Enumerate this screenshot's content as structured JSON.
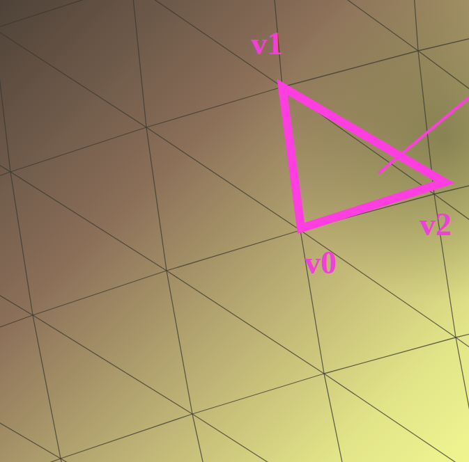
{
  "diagram": {
    "labels": [
      "v1",
      "v2",
      "v0"
    ]
  }
}
